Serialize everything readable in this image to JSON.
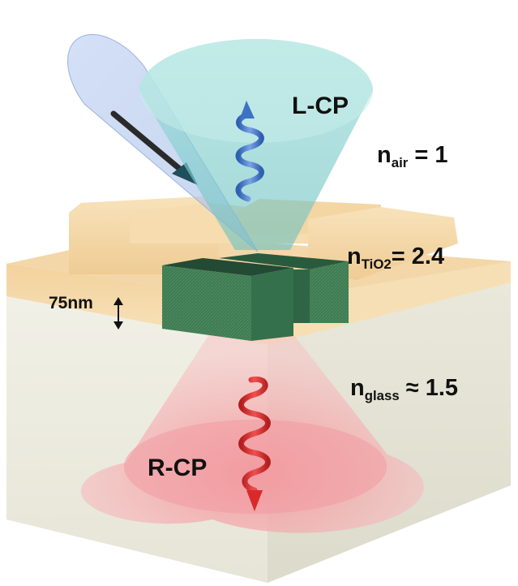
{
  "labels": {
    "lcp": "L-CP",
    "rcp": "R-CP",
    "air_n": "n",
    "air_sub": "air",
    "air_value": " = 1",
    "tio2_n": "n",
    "tio2_sub": "TiO2",
    "tio2_value": "= 2.4",
    "glass_n": "n",
    "glass_sub": "glass",
    "glass_value": " ≈ 1.5",
    "thickness": "75nm"
  },
  "colors": {
    "cone_top": "#8fd6d3",
    "cone_bottom": "#f2a0a6",
    "incident_cone": "#a9c2ea",
    "helix_top": "#3d72c4",
    "helix_bottom": "#d92a2a",
    "tio2_layer": "#f6d9a8",
    "antenna": "#3f7a52",
    "glass": "#efeee3"
  }
}
